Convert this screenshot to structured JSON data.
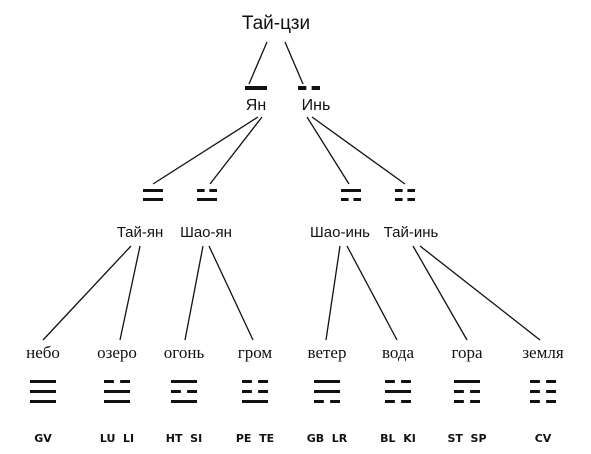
{
  "title": "Тай-цзи",
  "colors": {
    "ink": "#111111",
    "background": "#ffffff"
  },
  "nodes": {
    "root": {
      "label": "Тай-цзи"
    },
    "yang": {
      "label": "Ян",
      "lines": [
        1
      ]
    },
    "yin": {
      "label": "Инь",
      "lines": [
        0
      ]
    },
    "tai_yang": {
      "label": "Тай-ян",
      "lines": [
        1,
        1
      ]
    },
    "shao_yang": {
      "label": "Шао-ян",
      "lines": [
        0,
        1
      ]
    },
    "shao_yin": {
      "label": "Шао-инь",
      "lines": [
        1,
        0
      ]
    },
    "tai_yin": {
      "label": "Тай-инь",
      "lines": [
        0,
        0
      ]
    }
  },
  "trigrams": [
    {
      "name": "небо",
      "lines": [
        1,
        1,
        1
      ],
      "meridians": "GV"
    },
    {
      "name": "озеро",
      "lines": [
        0,
        1,
        1
      ],
      "meridians": "LU  LI"
    },
    {
      "name": "огонь",
      "lines": [
        1,
        0,
        1
      ],
      "meridians": "HT  SI"
    },
    {
      "name": "гром",
      "lines": [
        0,
        0,
        1
      ],
      "meridians": "PE  TE"
    },
    {
      "name": "ветер",
      "lines": [
        1,
        1,
        0
      ],
      "meridians": "GB  LR"
    },
    {
      "name": "вода",
      "lines": [
        0,
        1,
        0
      ],
      "meridians": "BL  KI"
    },
    {
      "name": "гора",
      "lines": [
        1,
        0,
        0
      ],
      "meridians": "ST  SP"
    },
    {
      "name": "земля",
      "lines": [
        0,
        0,
        0
      ],
      "meridians": "CV"
    }
  ]
}
